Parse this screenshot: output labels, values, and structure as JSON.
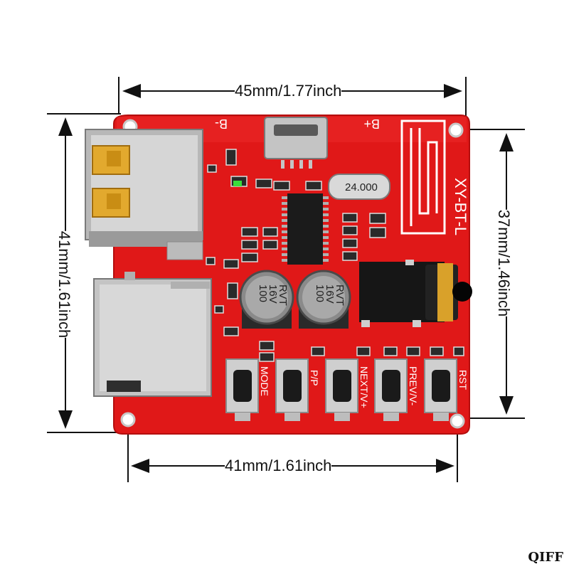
{
  "dimensions": {
    "top": "45mm/1.77inch",
    "bottom": "41mm/1.61inch",
    "left": "41mm/1.61inch",
    "right": "37mm/1.46inch"
  },
  "board": {
    "model": "XY-BT-L",
    "crystal": "24.000",
    "cap1": [
      "100",
      "16V",
      "RVT"
    ],
    "cap2": [
      "100",
      "16V",
      "RVT"
    ],
    "power_minus": "B-",
    "power_plus": "B+",
    "buttons": [
      "MODE",
      "P/P",
      "NEXT/V+",
      "PREV/V-",
      "RST"
    ]
  },
  "watermark": "QIFF"
}
